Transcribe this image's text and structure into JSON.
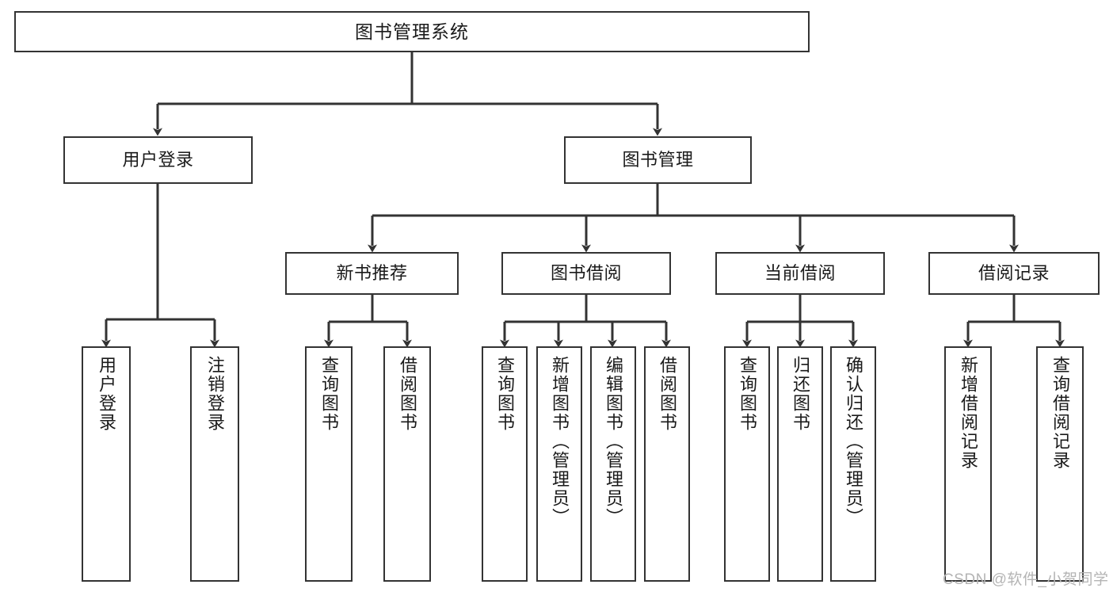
{
  "diagram": {
    "title": "图书管理系统",
    "type": "hierarchy-tree",
    "colors": {
      "stroke": "#333333",
      "box_fill": "#ffffff",
      "text": "#1a1a1a",
      "watermark": "#b4b4b4",
      "background": "#ffffff"
    },
    "levels": {
      "root": {
        "label": "图书管理系统"
      },
      "level2": [
        {
          "label": "用户登录"
        },
        {
          "label": "图书管理"
        }
      ],
      "level3": [
        {
          "label": "新书推荐"
        },
        {
          "label": "图书借阅"
        },
        {
          "label": "当前借阅"
        },
        {
          "label": "借阅记录"
        }
      ],
      "leaves": {
        "user_login": [
          {
            "label": "用户登录"
          },
          {
            "label": "注销登录"
          }
        ],
        "new_book_recommend": [
          {
            "label": "查询图书"
          },
          {
            "label": "借阅图书"
          }
        ],
        "book_borrow": [
          {
            "label": "查询图书"
          },
          {
            "label": "新增图书（管理员）"
          },
          {
            "label": "编辑图书（管理员）"
          },
          {
            "label": "借阅图书"
          }
        ],
        "current_borrow": [
          {
            "label": "查询图书"
          },
          {
            "label": "归还图书"
          },
          {
            "label": "确认归还（管理员）"
          }
        ],
        "borrow_record": [
          {
            "label": "新增借阅记录"
          },
          {
            "label": "查询借阅记录"
          }
        ]
      }
    }
  },
  "watermark": {
    "text": "CSDN @软件_小贺同学"
  }
}
